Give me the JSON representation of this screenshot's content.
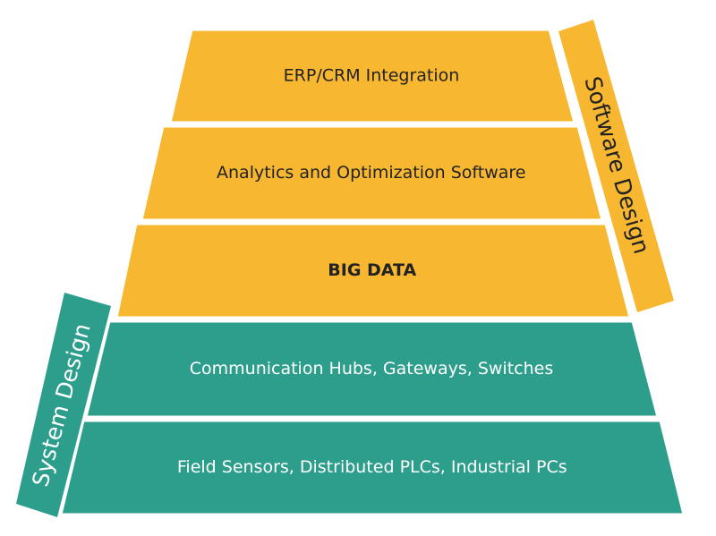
{
  "colors": {
    "software": "#F7B731",
    "system": "#2E9E8C",
    "outline": "#ffffff",
    "dark_text": "#222222",
    "light_text": "#ffffff"
  },
  "layers": [
    {
      "label": "ERP/CRM Integration",
      "group": "software",
      "bold": false
    },
    {
      "label": "Analytics and Optimization Software",
      "group": "software",
      "bold": false
    },
    {
      "label": "BIG DATA",
      "group": "software",
      "bold": true
    },
    {
      "label": "Communication Hubs, Gateways, Switches",
      "group": "system",
      "bold": false
    },
    {
      "label": "Field Sensors, Distributed PLCs, Industrial PCs",
      "group": "system",
      "bold": false
    }
  ],
  "side_labels": {
    "software": "Software Design",
    "system": "System Design"
  }
}
